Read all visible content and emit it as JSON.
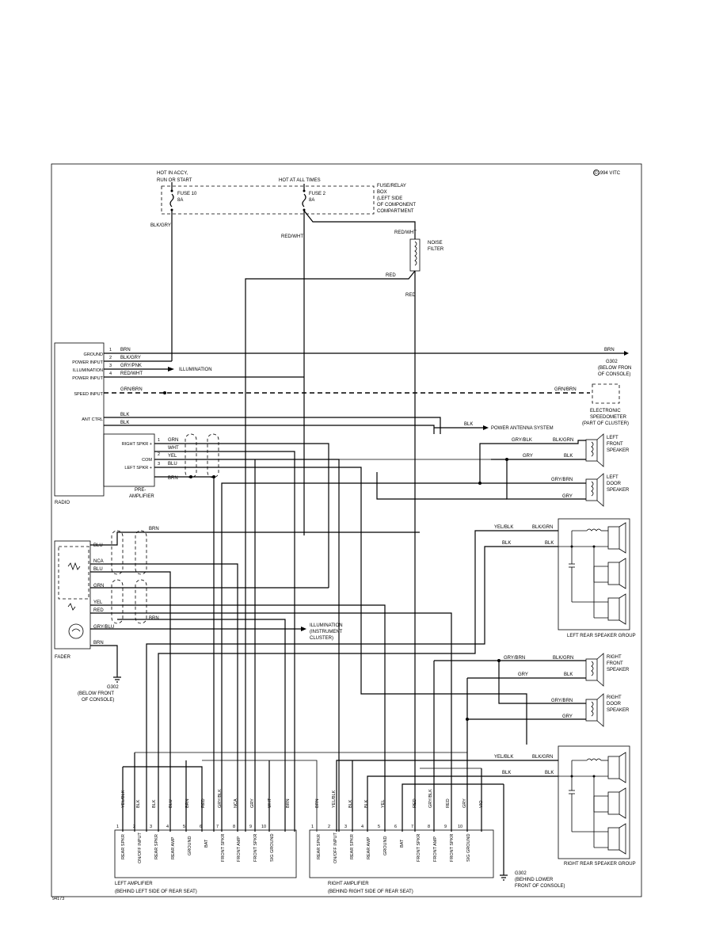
{
  "copyright": "©1994 VITC",
  "fig_number": "94173",
  "fuse_box": {
    "label": [
      "FUSE/RELAY",
      "BOX",
      "(LEFT SIDE",
      "OF COMPONENT",
      "COMPARTMENT"
    ],
    "fuse10_caption": [
      "HOT IN ACCY,",
      "RUN OR START"
    ],
    "fuse10": [
      "FUSE 10",
      "8A"
    ],
    "fuse2_caption": "HOT AT ALL TIMES",
    "fuse2": [
      "FUSE 2",
      "8A"
    ]
  },
  "noise_filter": [
    "NOISE",
    "FILTER"
  ],
  "radio": {
    "label": "RADIO",
    "pins": [
      "GROUND",
      "POWER INPUT",
      "ILLUMINATION",
      "POWER INPUT",
      "SPEED INPUT",
      "ANT CTRL"
    ],
    "pin_numbers": [
      "1",
      "2",
      "3",
      "4"
    ],
    "wires": [
      "BRN",
      "BLK/GRY",
      "GRY/PNK",
      "RED/WHT",
      "GRN/BRN",
      "BLK",
      "BLK"
    ],
    "illumination": "ILLUMINATION"
  },
  "preamp": {
    "label": [
      "PRE-",
      "AMPLIFIER"
    ],
    "pins": [
      "RIGHT SPKR +",
      "COM",
      "LEFT SPKR +"
    ],
    "pin_numbers": [
      "1",
      "2",
      "3"
    ],
    "wires": [
      "GRN",
      "WHT",
      "YEL",
      "BLU",
      "BRN"
    ]
  },
  "ground_g302_top": [
    "G302",
    "(BELOW FRON",
    "OF CONSOLE)"
  ],
  "speedometer": [
    "ELECTRONIC",
    "SPEEDOMETER",
    "(PART OF CLUSTER)"
  ],
  "power_antenna": "POWER ANTENNA SYSTEM",
  "left_front_speaker": [
    "LEFT",
    "FRONT",
    "SPEAKER"
  ],
  "left_door_speaker": [
    "LEFT",
    "DOOR",
    "SPEAKER"
  ],
  "right_front_speaker": [
    "RIGHT",
    "FRONT",
    "SPEAKER"
  ],
  "right_door_speaker": [
    "RIGHT",
    "DOOR",
    "SPEAKER"
  ],
  "left_rear_group": "LEFT REAR SPEAKER GROUP",
  "right_rear_group": "RIGHT REAR SPEAKER GROUP",
  "fader": {
    "label": "FADER",
    "wires": [
      "BRN",
      "BLU",
      "NCA",
      "BLU",
      "GRN",
      "YEL",
      "RED",
      "BRN",
      "GRY/BLU",
      "BRN"
    ]
  },
  "illumination_cluster": [
    "ILLUMINATION",
    "(INSTRUMENT",
    "CLUSTER)"
  ],
  "ground_g302_fader": [
    "G302",
    "(BELOW FRONT",
    "OF CONSOLE)"
  ],
  "ground_g302_right": [
    "G302",
    "(BEHIND LOWER",
    "FRONT OF CONSOLE)"
  ],
  "speaker_wires": {
    "lf": [
      "GRY/BLK",
      "BLK/GRN",
      "GRY",
      "BLK"
    ],
    "ld": [
      "GRY/BRN",
      "GRY"
    ],
    "lr": [
      "YEL/BLK",
      "BLK/GRN",
      "BLK",
      "BLK"
    ],
    "rf": [
      "GRY/BRN",
      "BLK/GRN",
      "GRY",
      "BLK"
    ],
    "rd": [
      "GRY/BRN",
      "GRY"
    ],
    "rr": [
      "YEL/BLK",
      "BLK/GRN",
      "BLK",
      "BLK"
    ]
  },
  "misc_wires": {
    "blk_gry": "BLK/GRY",
    "red_wht1": "RED/WHT",
    "red_wht2": "RED/WHT",
    "red1": "RED",
    "red2": "RED",
    "brn_right": "BRN",
    "grn_brn_right": "GRN/BRN",
    "blk_ant": "BLK"
  },
  "left_amp": {
    "title": "LEFT AMPLIFIER",
    "subtitle": "(BEHIND LEFT SIDE OF REAR SEAT)",
    "colors": [
      "YEL/BLK",
      "BLK",
      "BLK",
      "BLU",
      "BRN",
      "RED",
      "GRY/BLK",
      "NCA",
      "GRY",
      "WHT",
      "BRN"
    ],
    "numbers": [
      "1",
      "2",
      "3",
      "4",
      "5",
      "6",
      "7",
      "8",
      "9",
      "10"
    ],
    "pins": [
      "REAR SPKR",
      "ON/OFF INPUT",
      "REAR SPKR",
      "REAR AMP",
      "GROUND",
      "BAT",
      "FRONT SPKR",
      "FRONT AMP",
      "FRONT SPKR",
      "SIG GROUND"
    ]
  },
  "right_amp": {
    "title": "RIGHT AMPLIFIER",
    "subtitle": "(BEHIND RIGHT SIDE OF REAR SEAT)",
    "colors": [
      "BRN",
      "YEL/BLK",
      "BLK",
      "BLK",
      "YEL",
      "RED",
      "GRY/BLK",
      "RED",
      "GRY",
      "VIO",
      "BRN"
    ],
    "numbers": [
      "1",
      "2",
      "3",
      "4",
      "5",
      "6",
      "7",
      "8",
      "9",
      "10"
    ],
    "pins": [
      "REAR SPKR",
      "ON/OFF INPUT",
      "REAR SPKR",
      "REAR AMP",
      "GROUND",
      "BAT",
      "FRONT SPKR",
      "FRONT AMP",
      "FRONT SPKR",
      "SIG GROUND"
    ]
  }
}
